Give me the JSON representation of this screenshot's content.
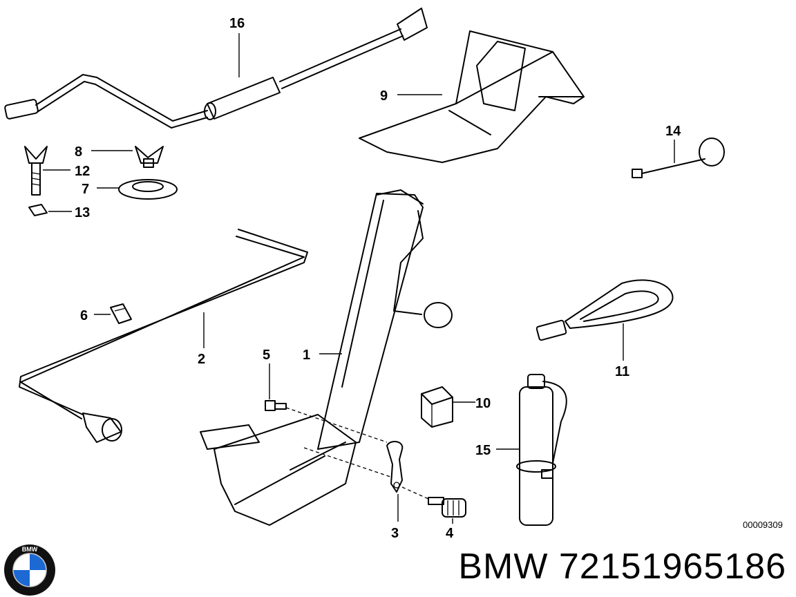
{
  "diagram": {
    "reference_code": "00009309",
    "callouts": [
      "16",
      "9",
      "14",
      "8",
      "12",
      "7",
      "13",
      "6",
      "2",
      "1",
      "5",
      "10",
      "11",
      "15",
      "3",
      "4"
    ]
  },
  "footer": {
    "brand": "BMW",
    "part_number": "72151965186",
    "logo_letters": "BMW"
  },
  "colors": {
    "ink": "#000000",
    "logo_blue": "#1c69d4",
    "logo_black": "#111111"
  }
}
